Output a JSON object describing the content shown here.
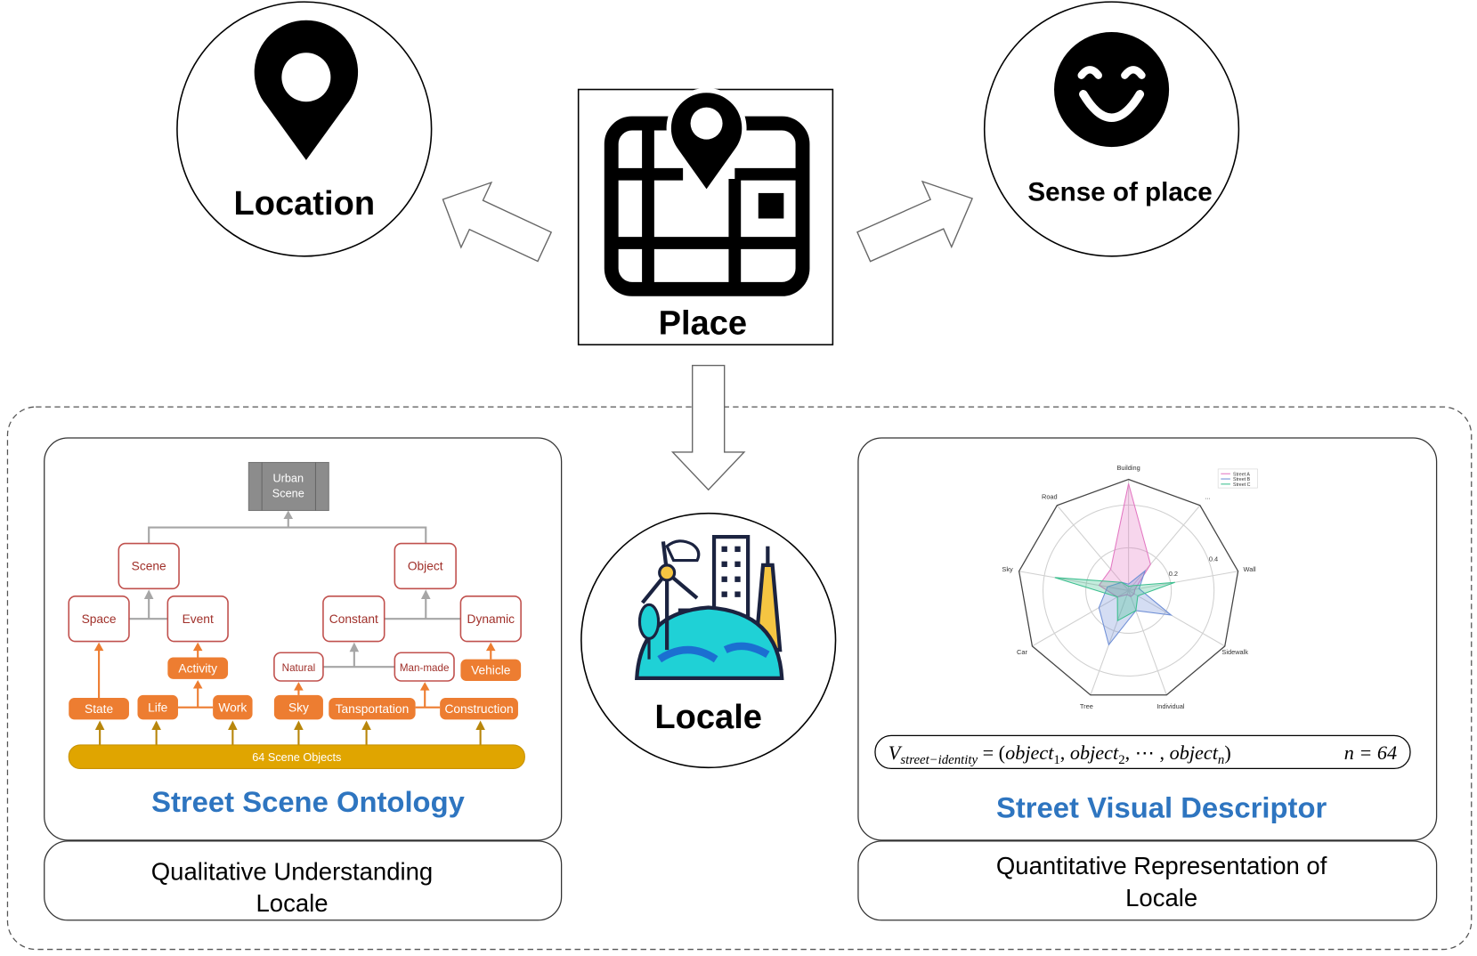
{
  "top": {
    "location_label": "Location",
    "place_label": "Place",
    "sense_label": "Sense of place",
    "locale_label": "Locale"
  },
  "left_panel": {
    "title": "Street Scene Ontology",
    "caption_line1": "Qualitative Understanding",
    "caption_line2": "Locale",
    "ontology": {
      "root_line1": "Urban",
      "root_line2": "Scene",
      "scene": "Scene",
      "object": "Object",
      "space": "Space",
      "event": "Event",
      "constant": "Constant",
      "dynamic": "Dynamic",
      "activity": "Activity",
      "natural": "Natural",
      "man_made": "Man-made",
      "vehicle": "Vehicle",
      "state": "State",
      "life": "Life",
      "work": "Work",
      "sky": "Sky",
      "transportation": "Tansportation",
      "construction": "Construction",
      "base": "64 Scene Objects"
    }
  },
  "right_panel": {
    "title": "Street Visual Descriptor",
    "caption_line1": "Quantitative Representation of",
    "caption_line2": "Locale",
    "formula": {
      "lhs": "V",
      "lhs_sub": "street−identity",
      "eq": " = (",
      "o1": "object",
      "s1": "1",
      "sep1": ", ",
      "o2": "object",
      "s2": "2",
      "dots": ", ⋯ , ",
      "on": "object",
      "sn": "n",
      "close": ")",
      "n_expr": "n = 64"
    }
  },
  "chart_data": {
    "type": "radar",
    "axes": [
      "Building",
      "...",
      "Wall",
      "Sidewalk",
      "Individual",
      "Tree",
      "Car",
      "Sky",
      "Road"
    ],
    "tick_labels": [
      "0.2",
      "0.4"
    ],
    "rlim": [
      0,
      0.52
    ],
    "grid": true,
    "legend": "top-right",
    "series": [
      {
        "name": "Street A",
        "color": "#e377c2",
        "values": [
          0.5,
          0.16,
          0.03,
          0.03,
          0.03,
          0.02,
          0.06,
          0.14,
          0.13
        ]
      },
      {
        "name": "Street B",
        "color": "#6f8fd6",
        "values": [
          0.03,
          0.12,
          0.05,
          0.23,
          0.1,
          0.27,
          0.16,
          0.1,
          0.05
        ]
      },
      {
        "name": "Street C",
        "color": "#3cbf8f",
        "values": [
          0.02,
          0.03,
          0.22,
          0.05,
          0.1,
          0.15,
          0.06,
          0.35,
          0.05
        ]
      }
    ]
  }
}
